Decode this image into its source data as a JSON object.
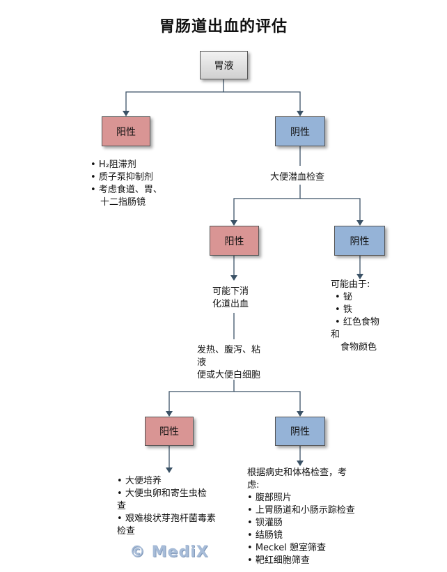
{
  "title": "胃肠道出血的评估",
  "root": "胃液",
  "level1": {
    "positive": {
      "label": "阳性",
      "items": [
        "H₂阻滞剂",
        "质子泵抑制剂",
        "考虑食道、胃、",
        "十二指肠镜"
      ]
    },
    "negative": {
      "label": "阴性",
      "next": "大便潜血检查"
    }
  },
  "level2": {
    "positive": {
      "label": "阳性",
      "note_lines": [
        "可能下消",
        "化道出血"
      ],
      "next_lines": [
        "发热、腹泻、粘",
        "液",
        "便或大便白细胞"
      ]
    },
    "negative": {
      "label": "阴性",
      "intro": "可能由于:",
      "items": [
        "铋",
        "铁",
        "红色食物"
      ],
      "tail_lines": [
        "和",
        "食物颜色"
      ]
    }
  },
  "level3": {
    "positive": {
      "label": "阳性",
      "items": [
        "大便培养",
        "大便虫卵和寄生虫检",
        "查",
        "艰难梭状芽孢杆菌毒素",
        "检查"
      ]
    },
    "negative": {
      "label": "阴性",
      "intro_lines": [
        "根据病史和体格检查，考",
        "虑:"
      ],
      "items": [
        "腹部照片",
        "上胃肠道和小肠示踪检查",
        "钡灌肠",
        "结肠镜",
        "Meckel 憩室筛查",
        "靶红细胞筛查"
      ]
    }
  },
  "watermark": "© MediX",
  "colors": {
    "positive": "#d99594",
    "negative": "#95b3d7",
    "line": "#3b5266"
  }
}
